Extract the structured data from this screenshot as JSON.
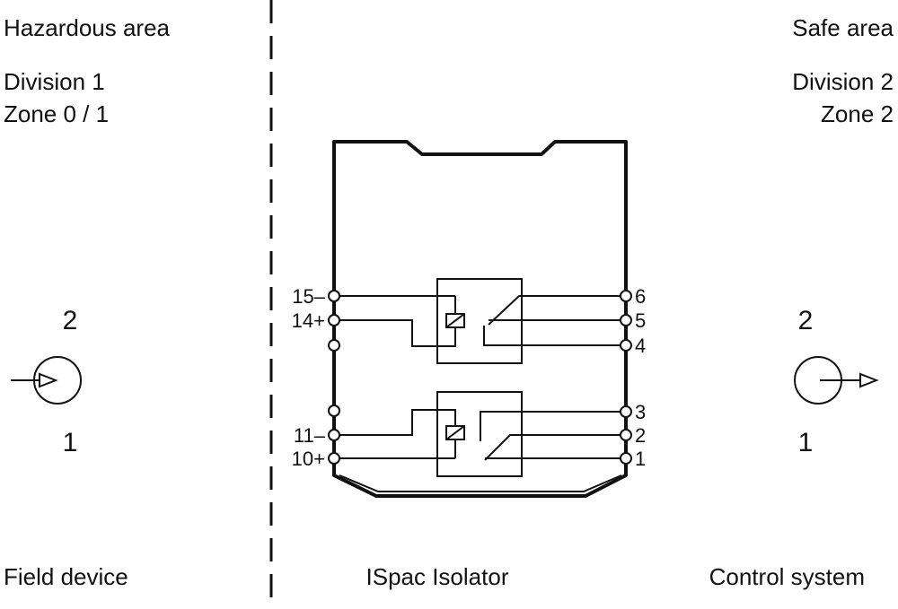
{
  "hazardous": {
    "title": "Hazardous area",
    "division": "Division 1",
    "zone": "Zone 0 / 1",
    "device_label": "Field device",
    "pin_top": "2",
    "pin_bottom": "1"
  },
  "safe": {
    "title": "Safe area",
    "division": "Division 2",
    "zone": "Zone 2",
    "device_label": "Control system",
    "pin_top": "2",
    "pin_bottom": "1"
  },
  "isolator": {
    "label": "ISpac Isolator",
    "left_terminals": {
      "t15": "15–",
      "t14": "14+",
      "t11": "11–",
      "t10": "10+"
    },
    "right_terminals": {
      "t6": "6",
      "t5": "5",
      "t4": "4",
      "t3": "3",
      "t2": "2",
      "t1": "1"
    }
  }
}
